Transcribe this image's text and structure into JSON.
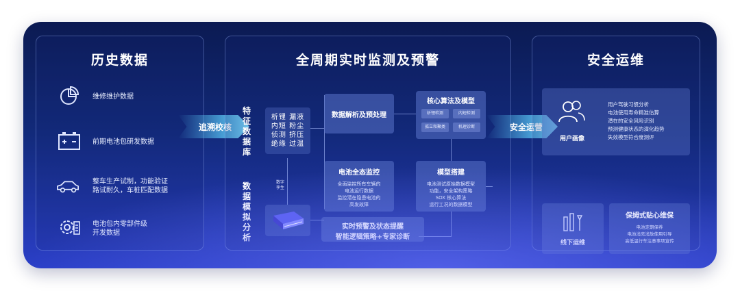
{
  "left": {
    "title": "历史数据",
    "items": [
      {
        "icon": "pie-chart-icon",
        "text": "维修维护数据"
      },
      {
        "icon": "battery-icon",
        "text": "前期电池包研发数据"
      },
      {
        "icon": "car-icon",
        "text": "整车生产试制，功能验证\n路试耐久，车桩匹配数据"
      },
      {
        "icon": "gear-icon",
        "text": "电池包内零部件级\n开发数据"
      }
    ]
  },
  "arrow_left_label": "追溯校核",
  "middle": {
    "title": "全周期实时监测及预警",
    "feature_label": "特征数据库",
    "feature_words": "析锂 漏液\n内短 粉尘\n侦测 挤压\n绝缘 过温",
    "sim_label": "数据模拟分析",
    "twin_label": "数字\n孪生",
    "parse_title": "数据解析及预处理",
    "algo_title": "核心算法及模型",
    "algo_chips": [
      "析锂检测",
      "内短检测",
      "孤立和聚类",
      "机理诊断"
    ],
    "monitor_title": "电池全态监控",
    "monitor_text": "全面监控所有车辆的\n电池运行数据\n监控潜在隐患电池的\n高发故障",
    "model_title": "模型搭建",
    "model_text": "电池测试原始数据模型\n功能，安全架构策略\nSOX 核心算法\n运行工况的数据模型",
    "warn_title_1": "实时预警及状态提醒",
    "warn_title_2": "智能逻辑策略+专家诊断"
  },
  "arrow_right_label": "安全运营",
  "right": {
    "title": "安全运维",
    "user_label": "用户画像",
    "user_points": "用户驾驶习惯分析\n电池使用寿命精准估算\n潜在的安全风险识别\n预测健康状态的演化趋势\n失效模型符合度测评",
    "offline_label": "线下运维",
    "care_title": "保姆式贴心维保",
    "care_text": "电池定期保养\n电池浅充浅放使用引导\n高低温行车注意事项宣传"
  },
  "colors": {
    "accent": "#5fd3ff",
    "box": "#5a73c8"
  }
}
